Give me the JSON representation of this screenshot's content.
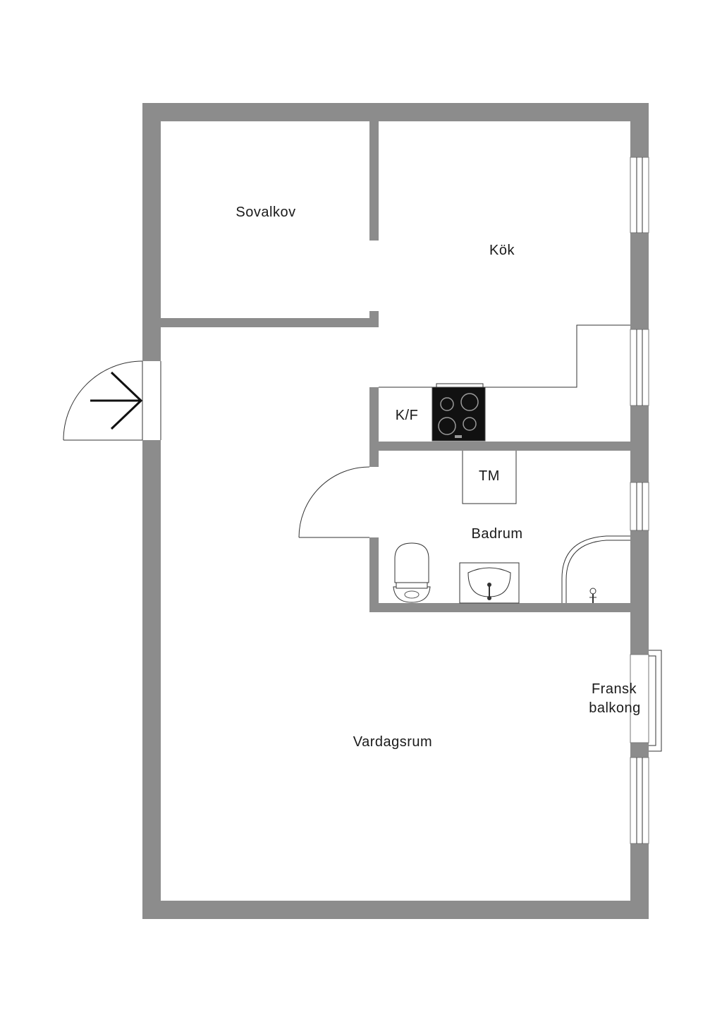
{
  "rooms": {
    "sovalkov": "Sovalkov",
    "kok": "Kök",
    "kf": "K/F",
    "tm": "TM",
    "badrum": "Badrum",
    "fransk_line1": "Fransk",
    "fransk_line2": "balkong",
    "vardagsrum": "Vardagsrum"
  },
  "colors": {
    "wall": "#8c8c8c",
    "line": "#333333",
    "background": "#ffffff",
    "stove": "#111111"
  },
  "icons": {
    "entrance": "entrance-arrow-icon",
    "stove": "stove-icon",
    "toilet": "toilet-icon",
    "sink": "sink-icon",
    "shower": "shower-icon"
  }
}
